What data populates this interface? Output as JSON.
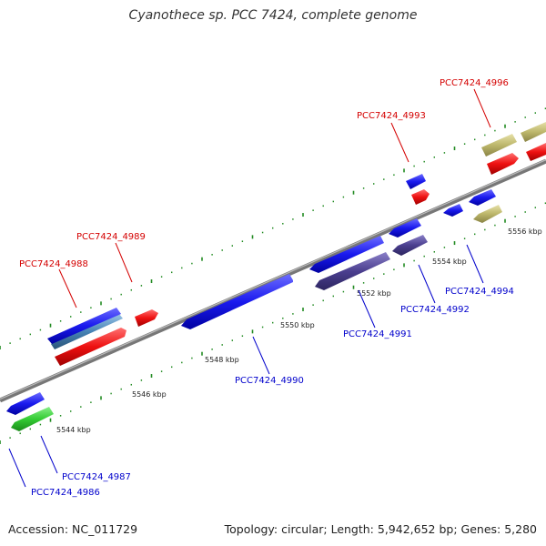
{
  "map": {
    "title": "Cyanothece sp. PCC 7424, complete genome",
    "accession": "Accession: NC_011729",
    "summary": "Topology: circular; Length: 5,942,652 bp; Genes: 5,280"
  },
  "tick_labels": [
    "5544 kbp",
    "5546 kbp",
    "5548 kbp",
    "5550 kbp",
    "5552 kbp",
    "5554 kbp",
    "5556 kbp"
  ],
  "gene_labels": {
    "forward": [
      "PCC7424_4988",
      "PCC7424_4989",
      "PCC7424_4993",
      "PCC7424_4996"
    ],
    "reverse": [
      "PCC7424_4986",
      "PCC7424_4987",
      "PCC7424_4990",
      "PCC7424_4991",
      "PCC7424_4992",
      "PCC7424_4994"
    ]
  },
  "colors": {
    "backbone": "#888888",
    "forward_label": "#d40000",
    "reverse_label": "#0000cc",
    "cds_blue": "#1a1aee",
    "cds_red": "#ee1111",
    "cds_purple": "#4b3f8f",
    "cds_khaki": "#bdb76b",
    "cds_green": "#33cc33",
    "cds_steel": "#4682b4",
    "tick_green": "#228b22"
  }
}
